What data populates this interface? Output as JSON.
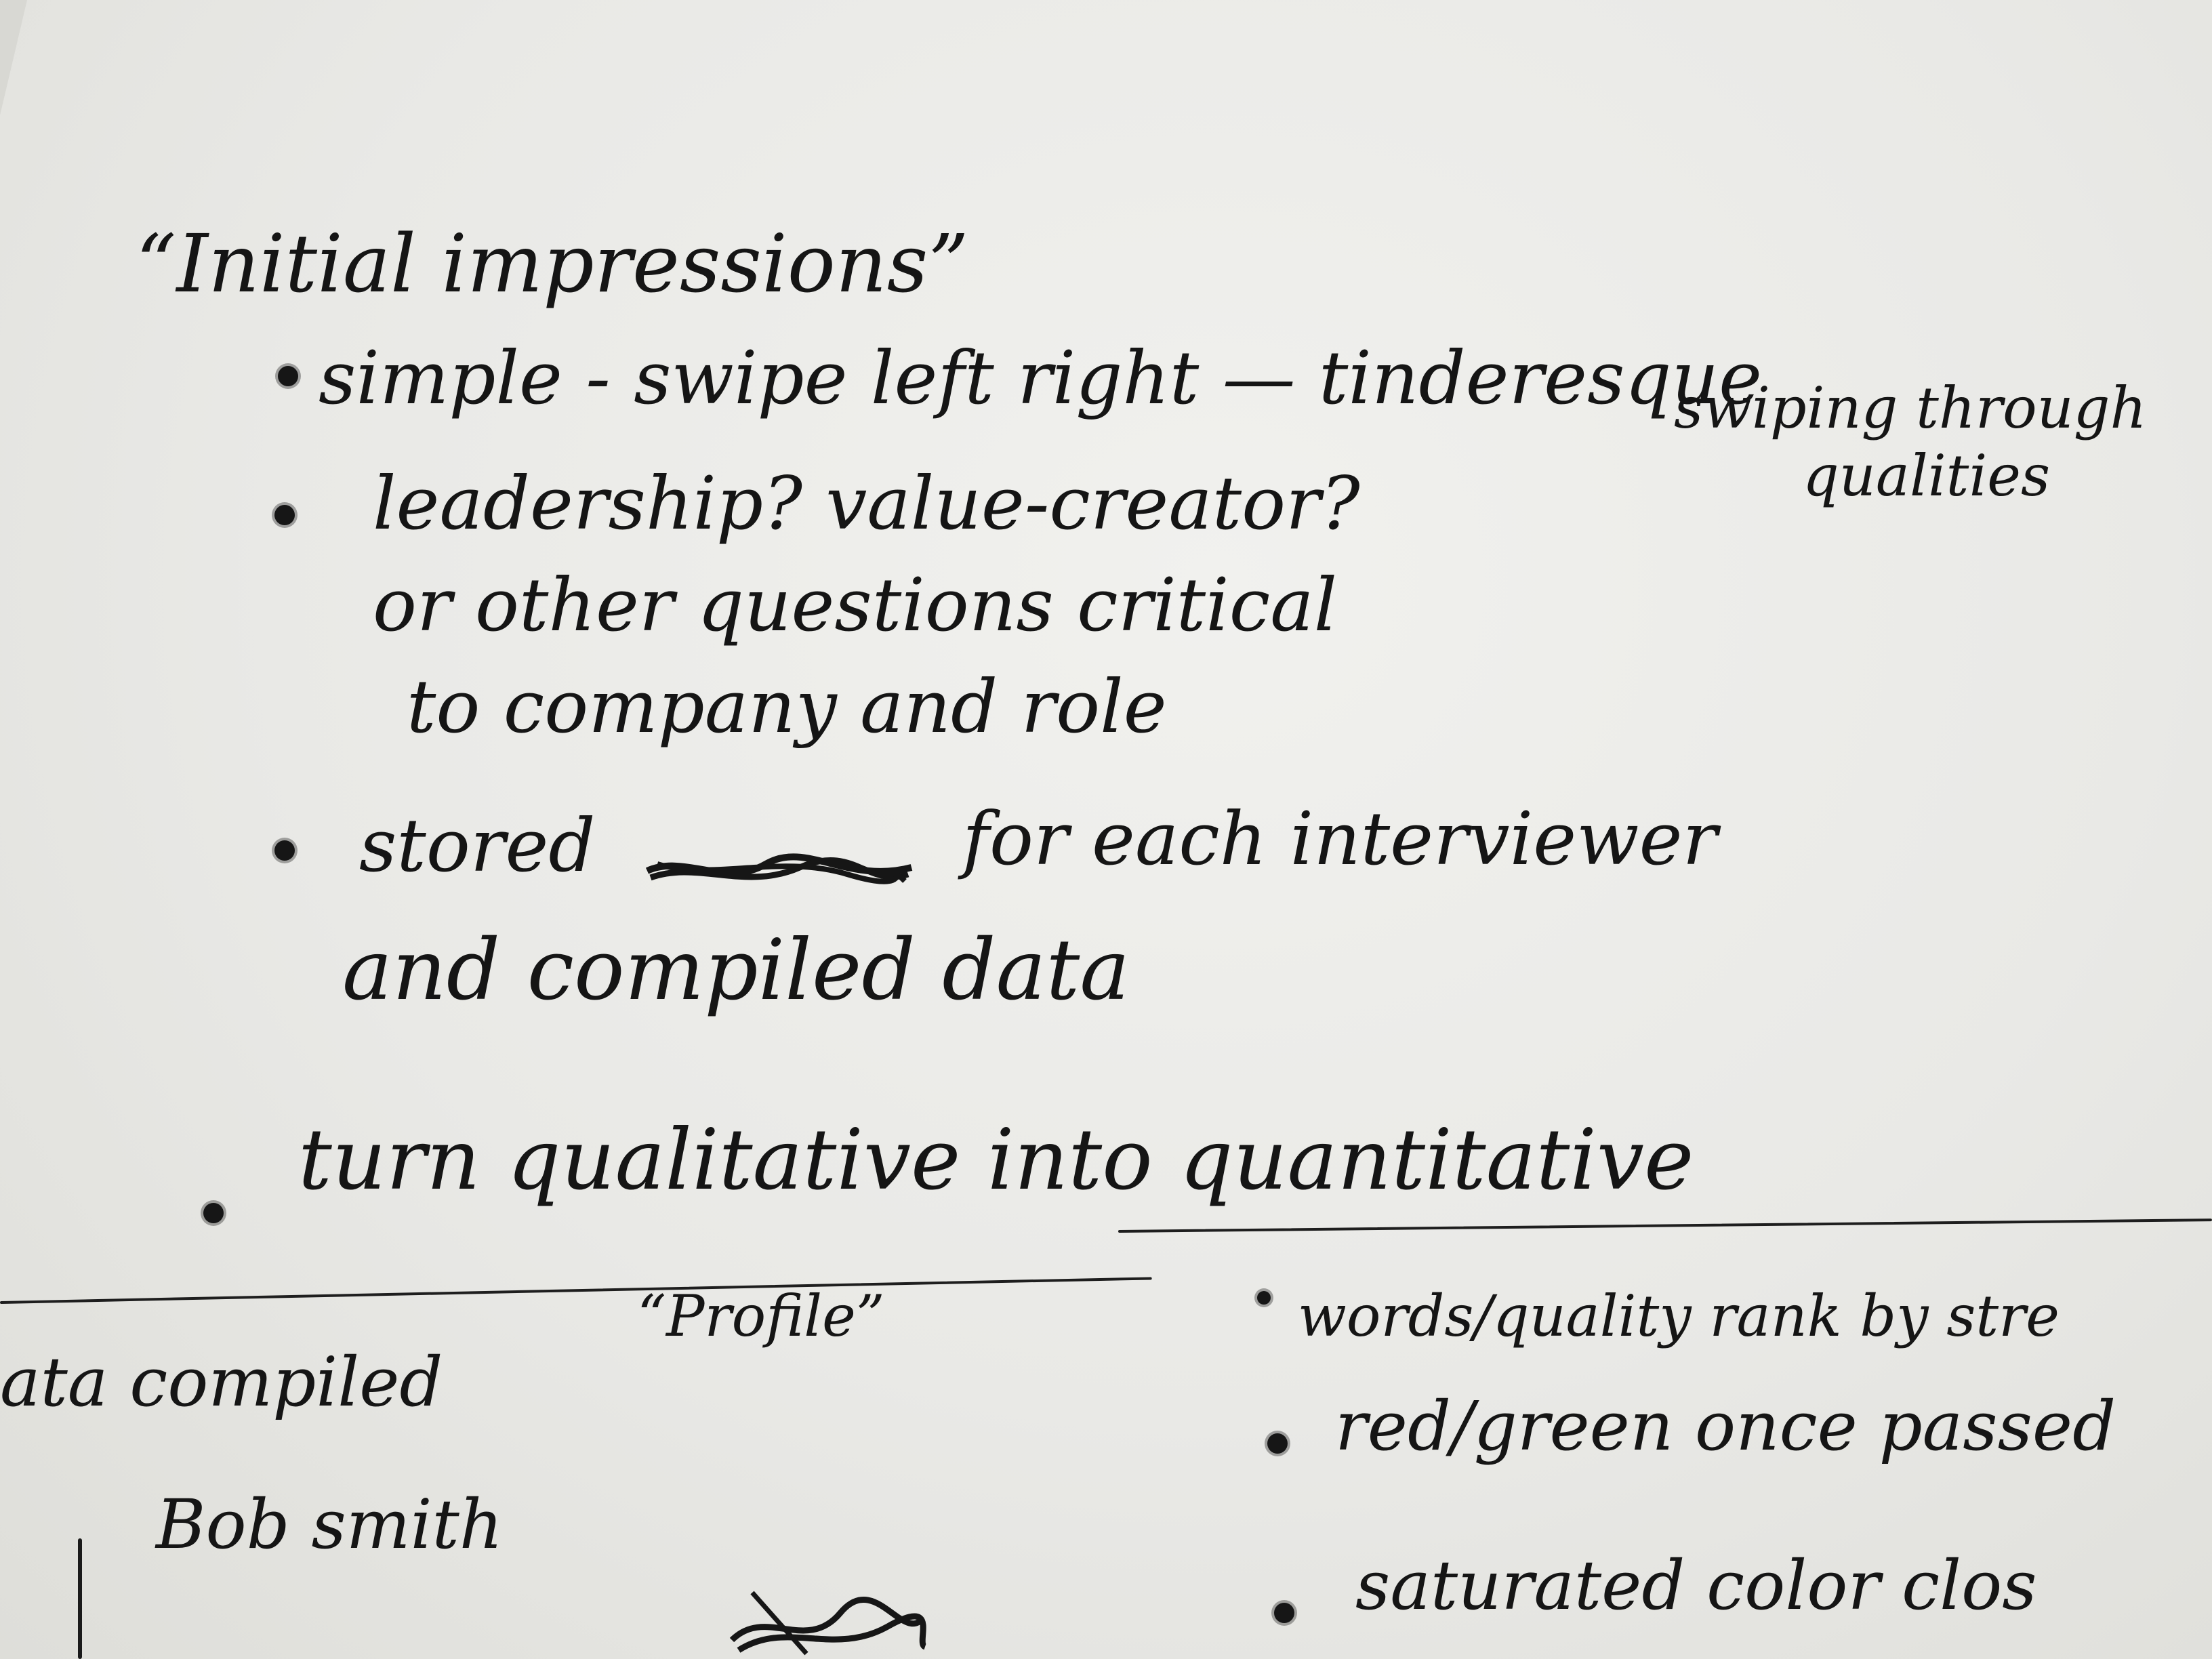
{
  "notes": {
    "title": "“Initial impressions”",
    "items": [
      {
        "text": "simple - swipe left right — tinderesque"
      },
      {
        "text": "leadership? value-creator?"
      },
      {
        "text": "or other questions critical"
      },
      {
        "text": "to company and role"
      },
      {
        "text": "stored"
      },
      {
        "text": "for each interviewer"
      },
      {
        "text": "and compiled data"
      },
      {
        "text": "turn qualitative into quantitative"
      }
    ],
    "side_note_1": "swiping through",
    "side_note_2": "qualities"
  },
  "lower_left": {
    "line1": "ata compiled",
    "line1_quote": "“Profile”",
    "line2": "Bob smith"
  },
  "lower_right": {
    "items": [
      {
        "text": "words/quality rank by stre"
      },
      {
        "text": "red/green once passed"
      },
      {
        "text": "saturated color clos"
      }
    ]
  },
  "colors": {
    "paper": "#ececE9",
    "ink": "#151515"
  }
}
